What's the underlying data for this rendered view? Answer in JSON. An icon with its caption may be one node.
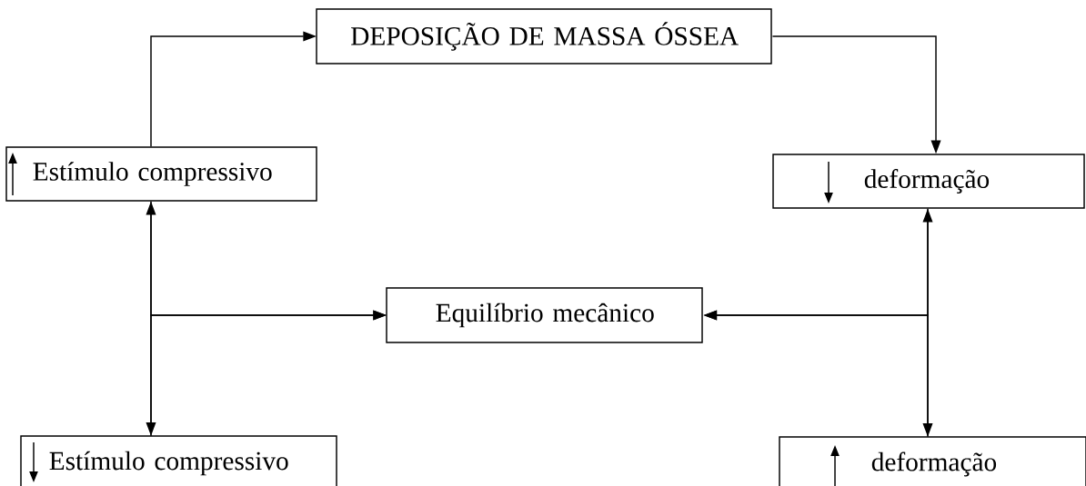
{
  "diagram": {
    "nodes": [
      {
        "text": [
          "DEPOSIÇÃO DE MASSA ÓSSEA"
        ]
      },
      {
        "text": [
          "Estímulo compressivo"
        ]
      },
      {
        "text": [
          "deformação"
        ]
      },
      {
        "text": [
          "Equilíbrio mecânico"
        ]
      },
      {
        "text": [
          "Estímulo compressivo"
        ]
      },
      {
        "text": [
          "deformação"
        ]
      }
    ],
    "edges": [
      {
        "from": 1,
        "to": 0,
        "arrow": "to"
      },
      {
        "from": 0,
        "to": 2,
        "arrow": "to"
      },
      {
        "from": 1,
        "to": 4,
        "arrow": "both"
      },
      {
        "from": 1,
        "to": 3,
        "arrow": "to"
      },
      {
        "from": 4,
        "to": 3,
        "arrow": "to"
      },
      {
        "from": 2,
        "to": 5,
        "arrow": "both"
      },
      {
        "from": 2,
        "to": 3,
        "arrow": "to"
      },
      {
        "from": 5,
        "to": 3,
        "arrow": "to"
      }
    ]
  }
}
